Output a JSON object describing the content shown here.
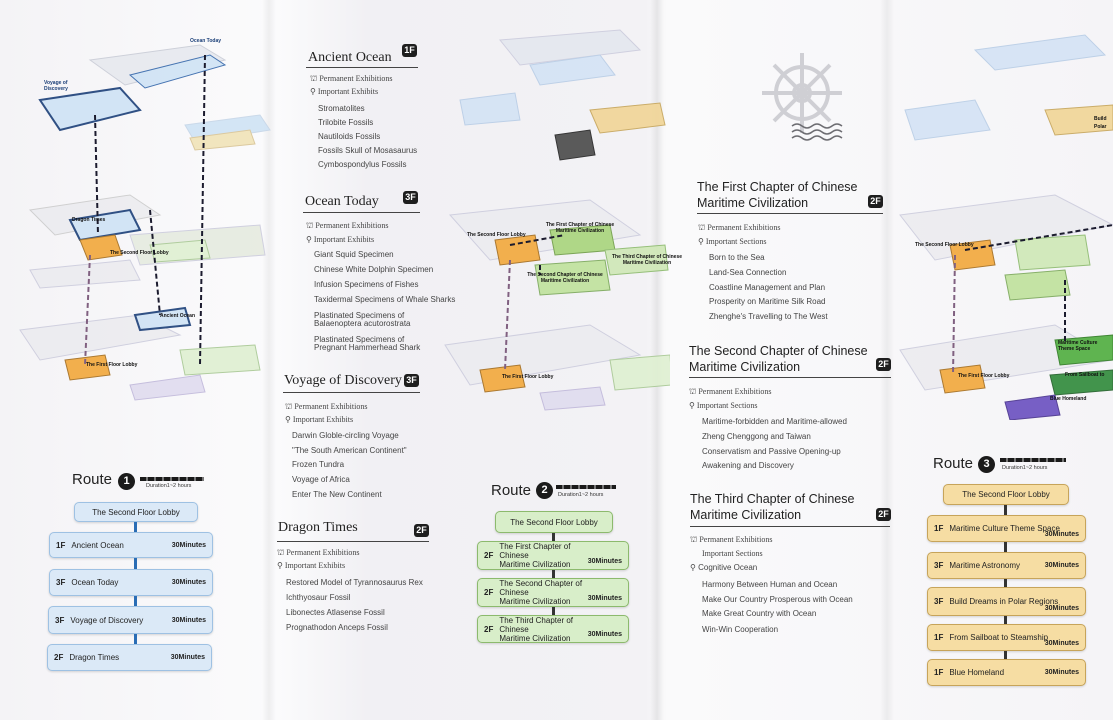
{
  "map1": {
    "labels": [
      "Ocean Today",
      "Voyage of Discovery",
      "Dragon Times",
      "The Second Floor Lobby",
      "Ancient Ocean",
      "The First Floor Lobby"
    ]
  },
  "map2": {
    "labels": [
      "The First Chapter of Chinese Maritime Civilization",
      "The Second Floor Lobby",
      "The Third Chapter of Chinese Maritime Civilization",
      "The Second Chapter of Chinese Maritime Civilization",
      "The First Floor Lobby"
    ]
  },
  "map3": {
    "labels": [
      "The Second Floor Lobby",
      "Maritime Culture Theme Space",
      "The First Floor Lobby",
      "From Sailboat to",
      "Blue Homeland",
      "Build",
      "Polar"
    ]
  },
  "exhibits": [
    {
      "title": "Ancient Ocean",
      "floor": "1F",
      "permanent": "Permanent Exhibitions",
      "important": "Important Exhibits",
      "items": [
        "Stromatolites",
        "Trilobite Fossils",
        "Nautiloids Fossils",
        "Fossils Skull of Mosasaurus",
        "Cymbospondylus Fossils"
      ]
    },
    {
      "title": "Ocean Today",
      "floor": "3F",
      "permanent": "Permanent Exhibitions",
      "important": "Important Exhibits",
      "items": [
        "Giant Squid Specimen",
        "Chinese White Dolphin Specimen",
        "Infusion Specimens of Fishes",
        "Taxidermal Specimens of Whale Sharks",
        "Plastinated Specimens of",
        "Balaenoptera acutorostrata",
        "Plastinated Specimens of",
        "Pregnant Hammerhead Shark"
      ]
    },
    {
      "title": "Voyage of Discovery",
      "floor": "3F",
      "permanent": "Permanent Exhibitions",
      "important": "Important Exhibits",
      "items": [
        "Darwin Globle-circling Voyage",
        "\"The South American Continent\"",
        "Frozen Tundra",
        "Voyage of Africa",
        "Enter The New Continent"
      ]
    },
    {
      "title": "Dragon Times",
      "floor": "2F",
      "permanent": "Permanent Exhibitions",
      "important": "Important Exhibits",
      "items": [
        "Restored Model of Tyrannosaurus Rex",
        "Ichthyosaur Fossil",
        "Libonectes Atlasense Fossil",
        "Prognathodon Anceps Fossil"
      ]
    }
  ],
  "chapters": [
    {
      "title1": "The First Chapter of Chinese",
      "title2": "Maritime Civilization",
      "floor": "2F",
      "permanent": "Permanent Exhibitions",
      "important": "Important Sections",
      "items": [
        "Born to the Sea",
        "Land-Sea Connection",
        "Coastline Management and Plan",
        "Prosperity on Maritime Silk Road",
        "Zhenghe's Travelling to The West"
      ]
    },
    {
      "title1": "The Second Chapter of Chinese",
      "title2": "Maritime Civilization",
      "floor": "2F",
      "permanent": "Permanent Exhibitions",
      "important": "Important Sections",
      "items": [
        "Maritime-forbidden and Maritime-allowed",
        "Zheng Chenggong and Taiwan",
        "Conservatism and Passive Opening-up",
        "Awakening and Discovery"
      ]
    },
    {
      "title1": "The Third Chapter of Chinese",
      "title2": "Maritime Civilization",
      "floor": "2F",
      "permanent": "Permanent Exhibitions",
      "important": "Important Sections",
      "items": [
        "Cognitive Ocean",
        "Harmony Between Human and Ocean",
        "Make Our Country Prosperous with Ocean",
        "Make Great Country with Ocean",
        "Win-Win Cooperation"
      ]
    }
  ],
  "route1": {
    "label": "Route",
    "num": "1",
    "duration": "Duration1~2 hours",
    "start": "The Second Floor Lobby",
    "stops": [
      {
        "floor": "1F",
        "name": "Ancient Ocean",
        "mins": "30Minutes"
      },
      {
        "floor": "3F",
        "name": "Ocean Today",
        "mins": "30Minutes"
      },
      {
        "floor": "3F",
        "name": "Voyage of Discovery",
        "mins": "30Minutes"
      },
      {
        "floor": "2F",
        "name": "Dragon Times",
        "mins": "30Minutes"
      }
    ]
  },
  "route2": {
    "label": "Route",
    "num": "2",
    "duration": "Duration1~2 hours",
    "start": "The Second Floor Lobby",
    "stops": [
      {
        "floor": "2F",
        "line1": "The First Chapter of Chinese",
        "line2": "Maritime Civilization",
        "mins": "30Minutes"
      },
      {
        "floor": "2F",
        "line1": "The Second Chapter of Chinese",
        "line2": "Maritime Civilization",
        "mins": "30Minutes"
      },
      {
        "floor": "2F",
        "line1": "The Third Chapter of Chinese",
        "line2": "Maritime Civilization",
        "mins": "30Minutes"
      }
    ]
  },
  "route3": {
    "label": "Route",
    "num": "3",
    "duration": "Duration1~2 hours",
    "start": "The Second Floor Lobby",
    "stops": [
      {
        "floor": "1F",
        "name": "Maritime Culture Theme Space",
        "mins": "30Minutes"
      },
      {
        "floor": "3F",
        "name": "Maritime Astronomy",
        "mins": "30Minutes"
      },
      {
        "floor": "3F",
        "name": "Build Dreams in Polar Regions",
        "mins": "30Minutes"
      },
      {
        "floor": "1F",
        "name": "From Sailboat to Steamship",
        "mins": "30Minutes"
      },
      {
        "floor": "1F",
        "name": "Blue Homeland",
        "mins": "30Minutes"
      }
    ]
  },
  "colors": {
    "blue": "#9ec1e3",
    "green": "#8cba6d",
    "orange": "#c7a45a",
    "dark": "#1e1e1e"
  }
}
